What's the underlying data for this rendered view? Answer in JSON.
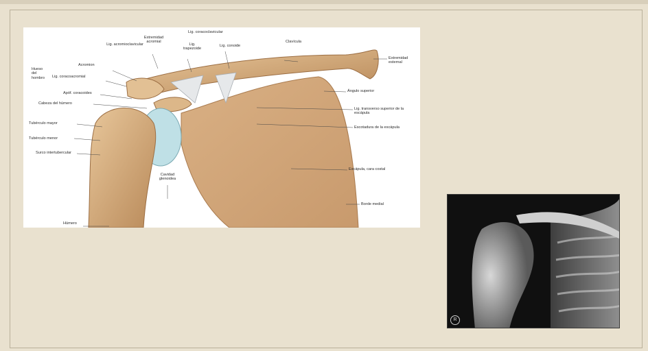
{
  "anatomy": {
    "labels": {
      "lig_coracoclavicular": "Lig. coracoclavicular",
      "extremidad_acromial": "Extremidad acromial",
      "lig_acromioclavicular": "Lig. acromioclavicular",
      "lig_trapezoide": "Lig. trapezoide",
      "lig_conoide": "Lig. conoide",
      "clavicula": "Clavícula",
      "extremidad_esternal": "Extremidad esternal",
      "acromion": "Acromion",
      "hueso_del_hombro": "Hueso del hombro",
      "lig_coracoacromial": "Lig. coracoacromial",
      "apof_coracoides": "Apóf. coracoides",
      "cabeza_humero": "Cabeza del húmero",
      "angulo_superior": "Ángulo superior",
      "lig_transverso": "Lig. transverso superior de la escápula",
      "escotadura": "Escotadura de la escápula",
      "tuberculo_mayor": "Tubérculo mayor",
      "tuberculo_menor": "Tubérculo menor",
      "surco_intertubercular": "Surco intertubercular",
      "escapula_cara_costal": "Escápula, cara costal",
      "cavidad_glenoidea": "Cavidad glenoidea",
      "borde_medial": "Borde medial",
      "humero": "Húmero"
    }
  },
  "xray": {
    "marker": "R"
  }
}
